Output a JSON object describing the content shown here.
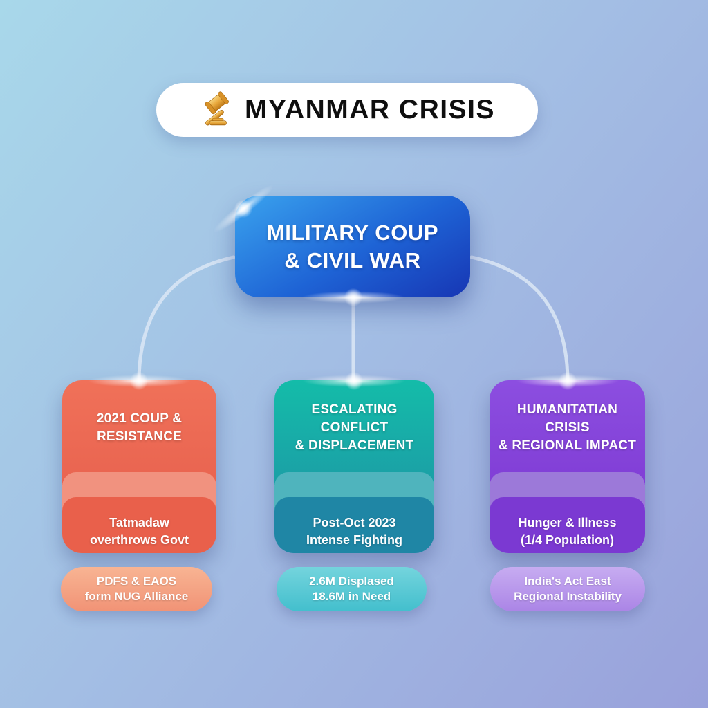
{
  "page": {
    "background_from": "#A8D8EA",
    "background_mid": "#A3BEE4",
    "background_to": "#99A1DB"
  },
  "header": {
    "title": "MYANMAR CRISIS",
    "icon": "gavel-icon",
    "pill_color": "#FFFFFF",
    "text_color": "#0E0E0E"
  },
  "root_node": {
    "label": "MILITARY COUP\n& CIVIL WAR",
    "color_from": "#3AA3EE",
    "color_mid": "#1E63D5",
    "color_to": "#1736B4",
    "text_color": "#FFFFFF"
  },
  "connector_color": "#D8E4F4",
  "branches": [
    {
      "id": "coup-resistance",
      "title": "2021 COUP &\nRESISTANCE",
      "body": "Tatmadaw\noverthrows Govt",
      "chip": "PDFS & EAOS\nform NUG Alliance",
      "colors": {
        "top": "#F07159",
        "top2": "#E96450",
        "band": "#F1927F",
        "body": "#E9604B",
        "chip_from": "#F8B493",
        "chip_to": "#F19376"
      }
    },
    {
      "id": "conflict-displacement",
      "title": "ESCALATING CONFLICT\n& DISPLACEMENT",
      "body": "Post-Oct 2023\nIntense Fighting",
      "chip": "2.6M Displased\n18.6M in Need",
      "colors": {
        "top": "#14BCA9",
        "top2": "#1B9FA6",
        "band": "#4FB4BD",
        "body": "#1F86A5",
        "chip_from": "#74D4DD",
        "chip_to": "#43BFCD"
      }
    },
    {
      "id": "humanitarian-regional",
      "title": "HUMANITATIAN CRISIS\n& REGIONAL IMPACT",
      "body": "Hunger & Illness\n(1/4 Population)",
      "chip": "India's Act East\nRegional Instability",
      "colors": {
        "top": "#8C4EE0",
        "top2": "#813ED6",
        "band": "#9C79D9",
        "body": "#7B39D2",
        "chip_from": "#C7ACF1",
        "chip_to": "#AB85E6"
      }
    }
  ]
}
